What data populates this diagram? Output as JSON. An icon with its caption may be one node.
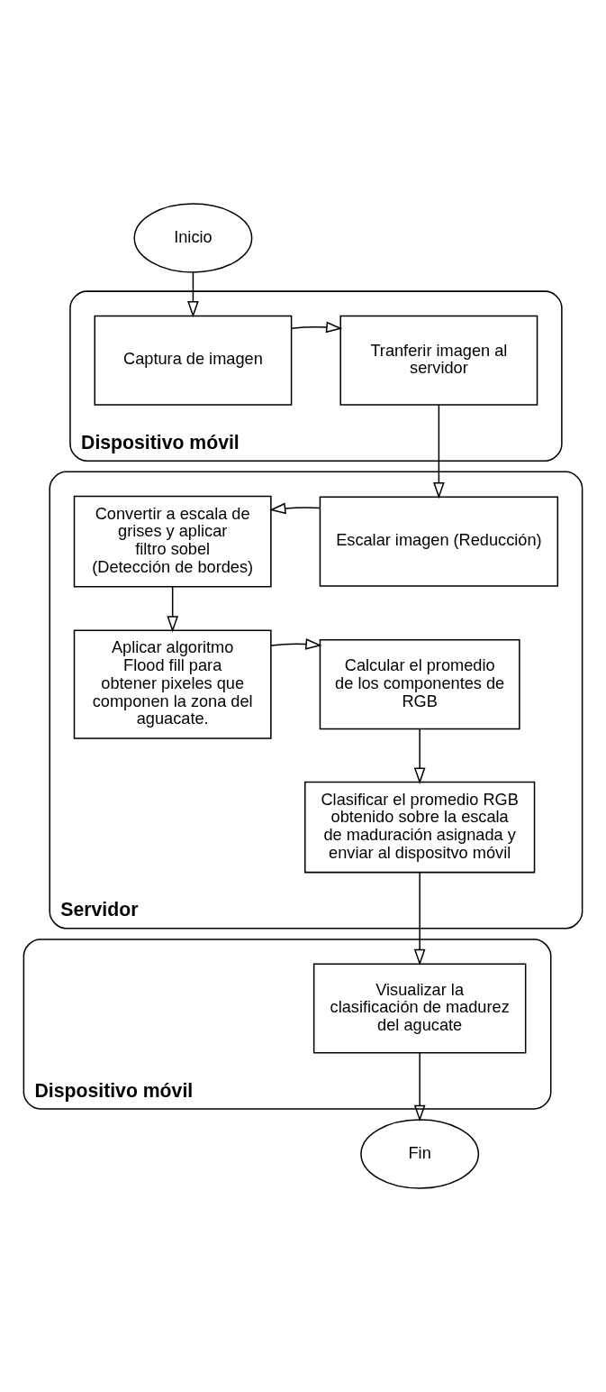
{
  "diagram": {
    "nodes": [
      {
        "text": [
          "Inicio"
        ]
      },
      {
        "text": [
          "Dispositivo móvil"
        ]
      },
      {
        "text": [
          "Captura de imagen"
        ],
        "in": 1
      },
      {
        "text": [
          "Tranferir imagen al servidor"
        ],
        "in": 1
      },
      {
        "text": [
          "Servidor"
        ]
      },
      {
        "text": [
          "Convertir a escala de grises y aplicar filtro sobel (Detección de bordes)"
        ],
        "in": 4
      },
      {
        "text": [
          "Escalar imagen (Reducción)"
        ],
        "in": 4
      },
      {
        "text": [
          "Aplicar algoritmo Flood fill para obtener pixeles que componen la zona del aguacate."
        ],
        "in": 4
      },
      {
        "text": [
          "Calcular el promedio de los componentes de RGB"
        ],
        "in": 4
      },
      {
        "text": [
          "Clasificar el promedio RGB obtenido sobre la escala de maduración asignada y enviar al dispositvo móvil"
        ],
        "in": 4
      },
      {
        "text": [
          "Dispositivo móvil"
        ]
      },
      {
        "text": [
          "Visualizar la clasificación de madurez del agucate"
        ],
        "in": 10
      },
      {
        "text": [
          "Fin"
        ]
      }
    ],
    "edges": [
      {
        "from": 0,
        "to": 2,
        "arrow": "to"
      },
      {
        "from": 2,
        "to": 3,
        "arrow": "to"
      },
      {
        "from": 3,
        "to": 6,
        "arrow": "to"
      },
      {
        "from": 6,
        "to": 5,
        "arrow": "to"
      },
      {
        "from": 5,
        "to": 7,
        "arrow": "to"
      },
      {
        "from": 7,
        "to": 8,
        "arrow": "to"
      },
      {
        "from": 8,
        "to": 9,
        "arrow": "to"
      },
      {
        "from": 9,
        "to": 11,
        "arrow": "to"
      },
      {
        "from": 11,
        "to": 12,
        "arrow": "to"
      }
    ]
  }
}
